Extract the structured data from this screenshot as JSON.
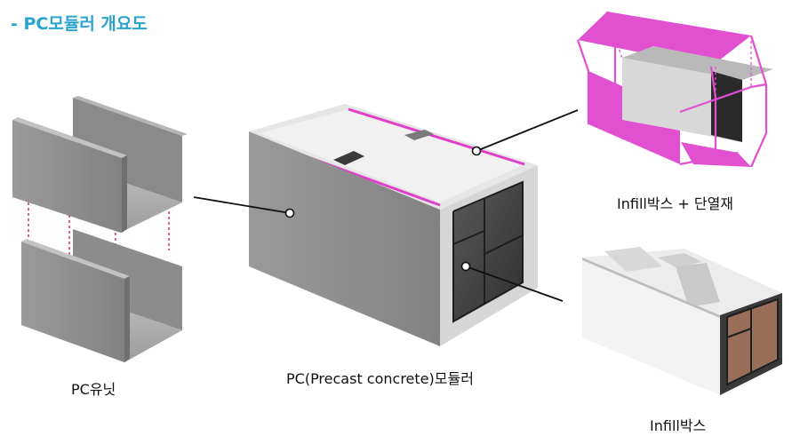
{
  "title": "- PC모듈러 개요도",
  "labels": {
    "pc_unit": "PC유닛",
    "pc_modular": "PC(Precast concrete)모듈러",
    "infill_insulation": "Infill박스 + 단열재",
    "infill_box": "Infill박스"
  },
  "colors": {
    "accent": "#2aa4cf",
    "insulation": "#e040c8",
    "concrete": "#8f8f8f",
    "connector": "#d0455a"
  }
}
